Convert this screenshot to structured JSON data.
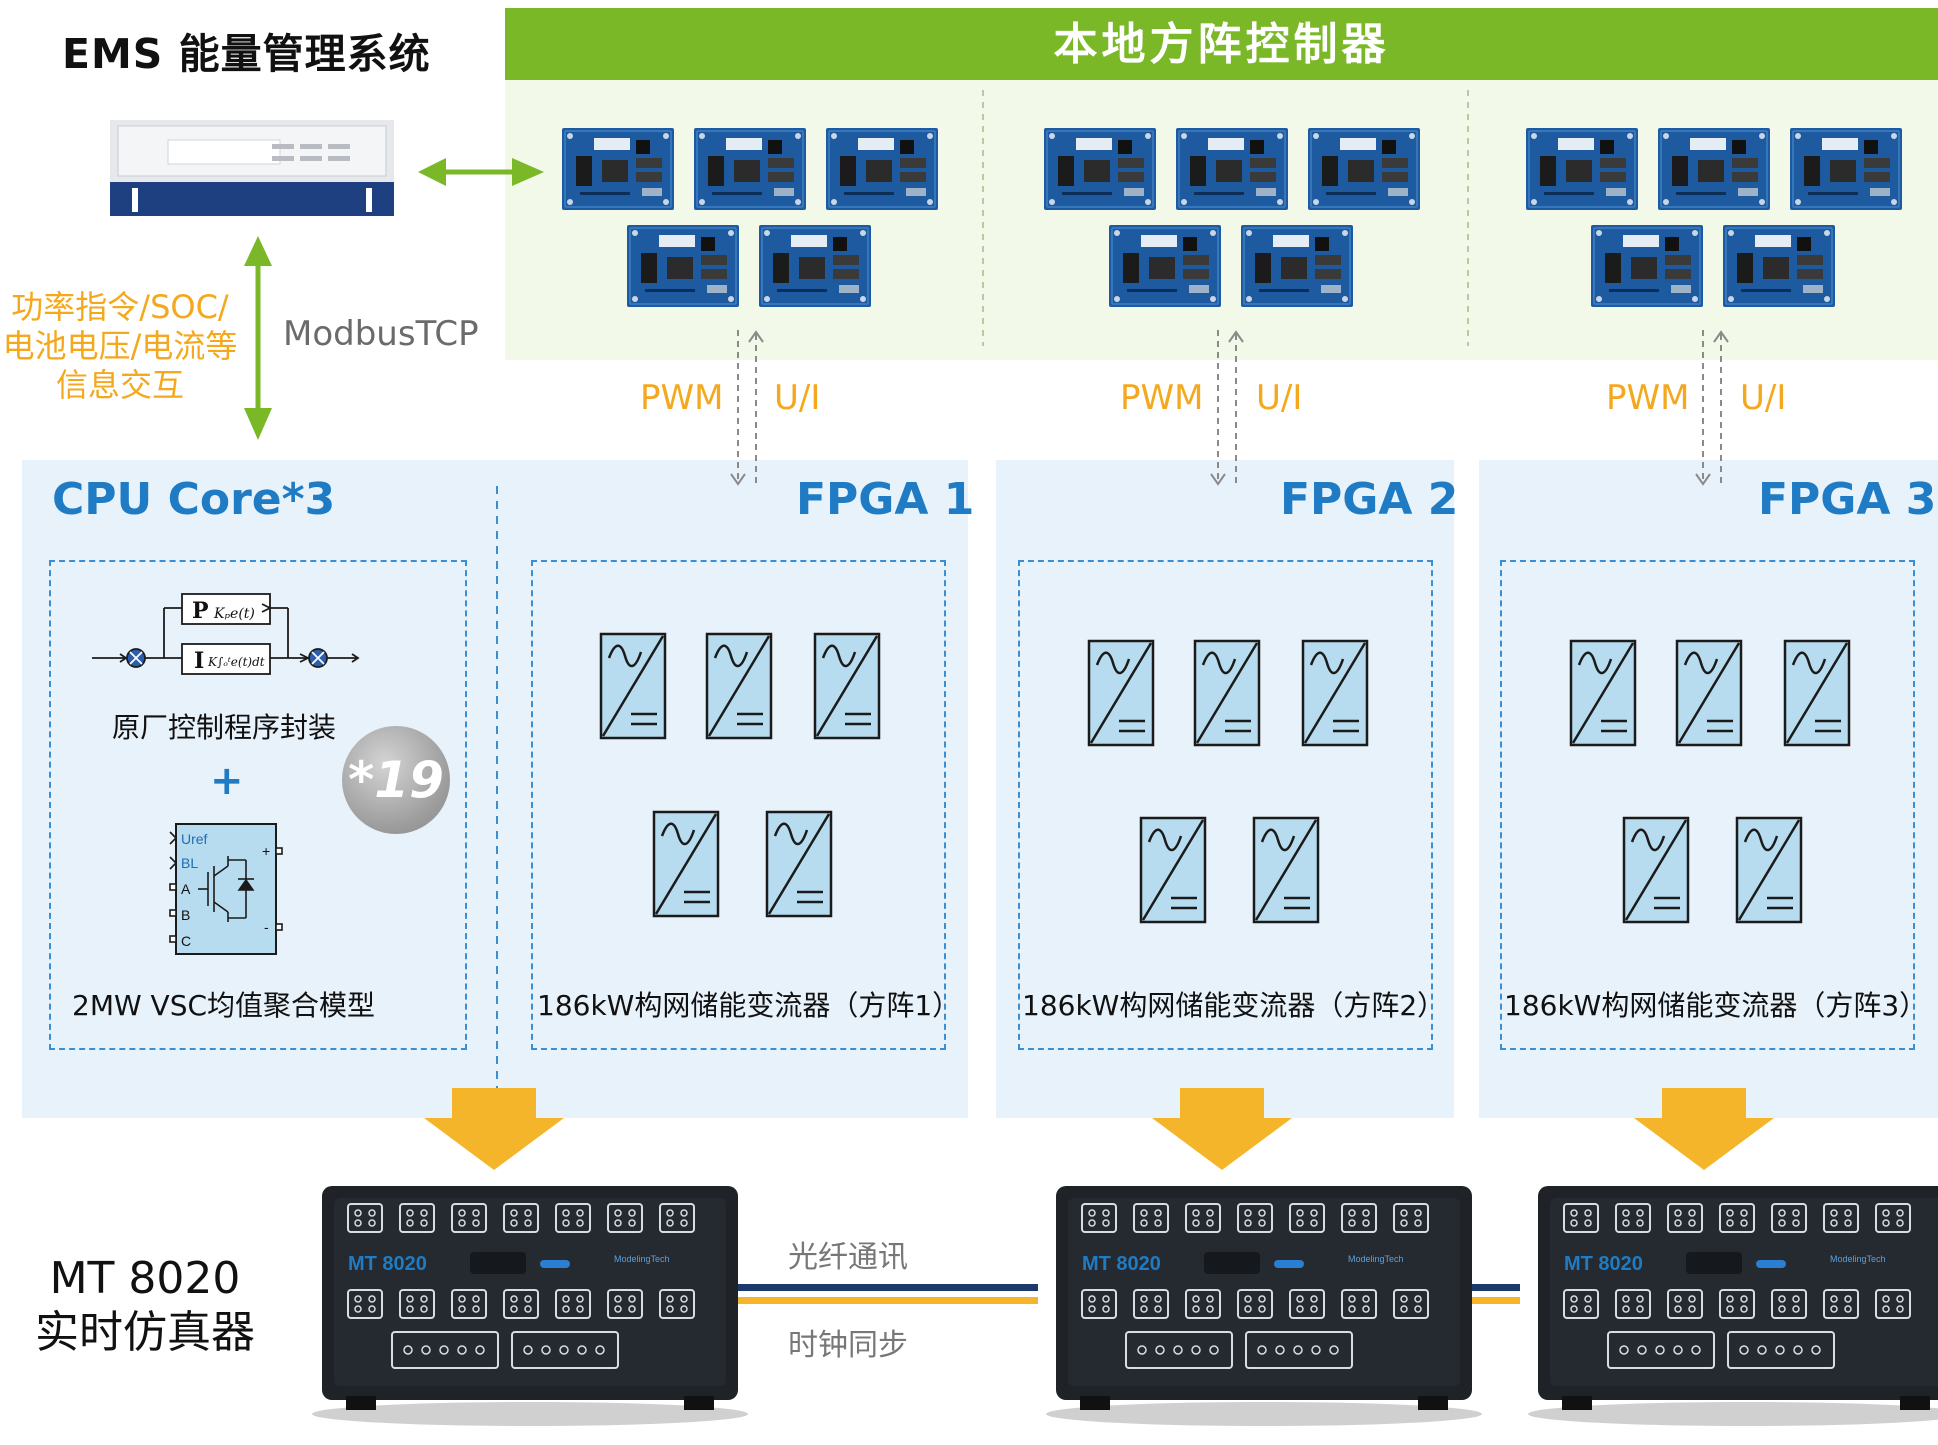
{
  "header": {
    "ems_title": "EMS 能量管理系统",
    "lac_title": "本地方阵控制器"
  },
  "ems_link": {
    "info_label": "功率指令/SOC/电池电压/电流等信息交互",
    "info_lines": [
      "功率指令/SOC/",
      "电池电压/电流等",
      "信息交互"
    ],
    "protocol": "ModbusTCP"
  },
  "signals": {
    "pwm": "PWM",
    "ui": "U/I"
  },
  "cpu_panel": {
    "title": "CPU Core*3",
    "pi_p": "P",
    "pi_p_expr": "Kₚe(t)",
    "pi_i": "I",
    "pi_i_expr": "K∫ₒᵗe(t)dt",
    "caption_top": "原厂控制程序封装",
    "plus": "+",
    "badge": "*19",
    "vsc_ports": [
      "Uref",
      "BL",
      "A",
      "B",
      "C"
    ],
    "vsc_plus": "+",
    "vsc_minus": "-",
    "caption_bottom": "2MW VSC均值聚合模型"
  },
  "fpga_panels": [
    {
      "title": "FPGA 1",
      "caption": "186kW构网储能变流器（方阵1）"
    },
    {
      "title": "FPGA 2",
      "caption": "186kW构网储能变流器（方阵2）"
    },
    {
      "title": "FPGA 3",
      "caption": "186kW构网储能变流器（方阵3）"
    }
  ],
  "simulator": {
    "label_line1": "MT 8020",
    "label_line2": "实时仿真器",
    "device_model": "MT 8020",
    "device_brand": "ModelingTech",
    "link_top": "光纤通讯",
    "link_bottom": "时钟同步"
  },
  "colors": {
    "green": "#7ab828",
    "orange": "#f4a81d",
    "blue": "#1f7bc4",
    "panel_bg": "#e8f2fb",
    "board_blue": "#1e5aa0",
    "navy_link": "#1b3a6b"
  }
}
